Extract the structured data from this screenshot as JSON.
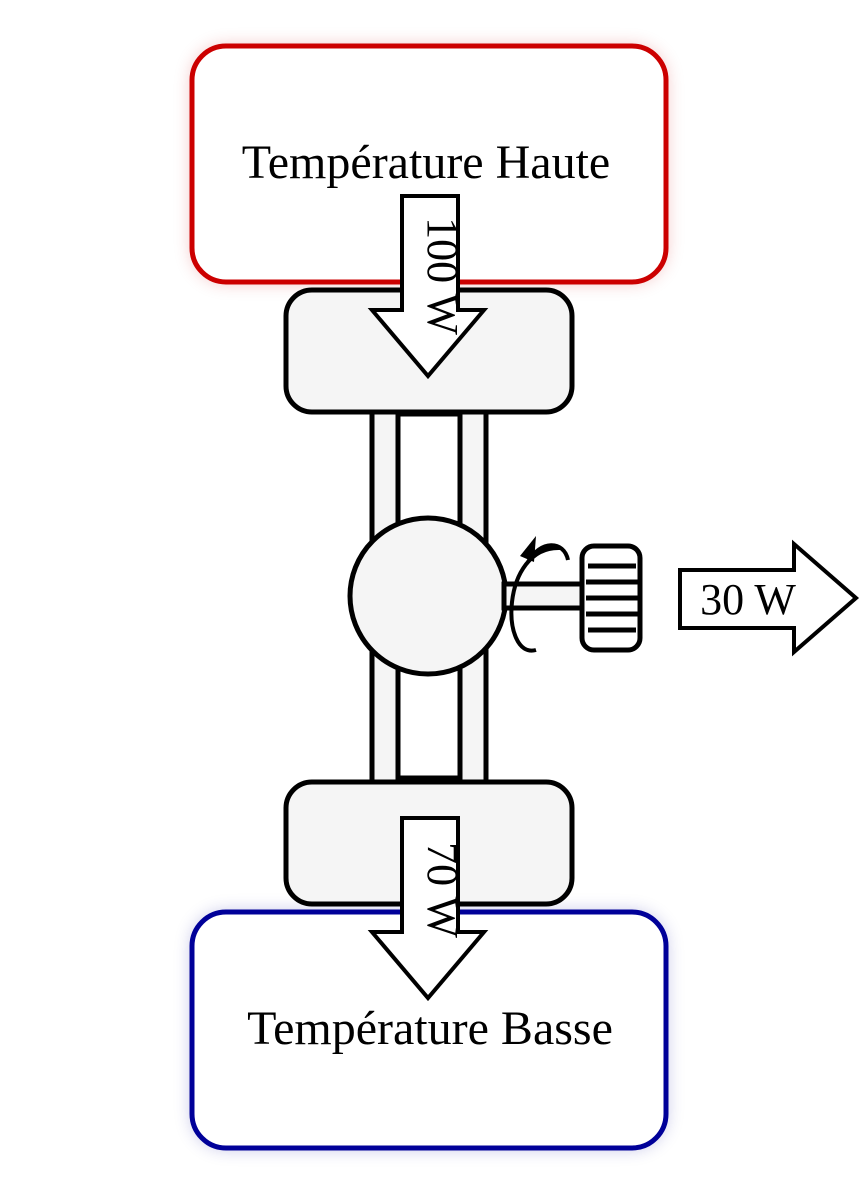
{
  "diagram": {
    "hot_reservoir": {
      "label": "Température Haute",
      "color": "#cc0000"
    },
    "cold_reservoir": {
      "label": "Température Basse",
      "color": "#000099"
    },
    "heat_in": {
      "label": "100 W"
    },
    "heat_out": {
      "label": "70 W"
    },
    "work_out": {
      "label": "30 W"
    },
    "icons": [
      "engine-body",
      "rotating-shaft",
      "knurled-knob",
      "rotation-arrow"
    ],
    "colors": {
      "engine_fill": "#f5f5f5",
      "stroke": "#000000"
    }
  }
}
